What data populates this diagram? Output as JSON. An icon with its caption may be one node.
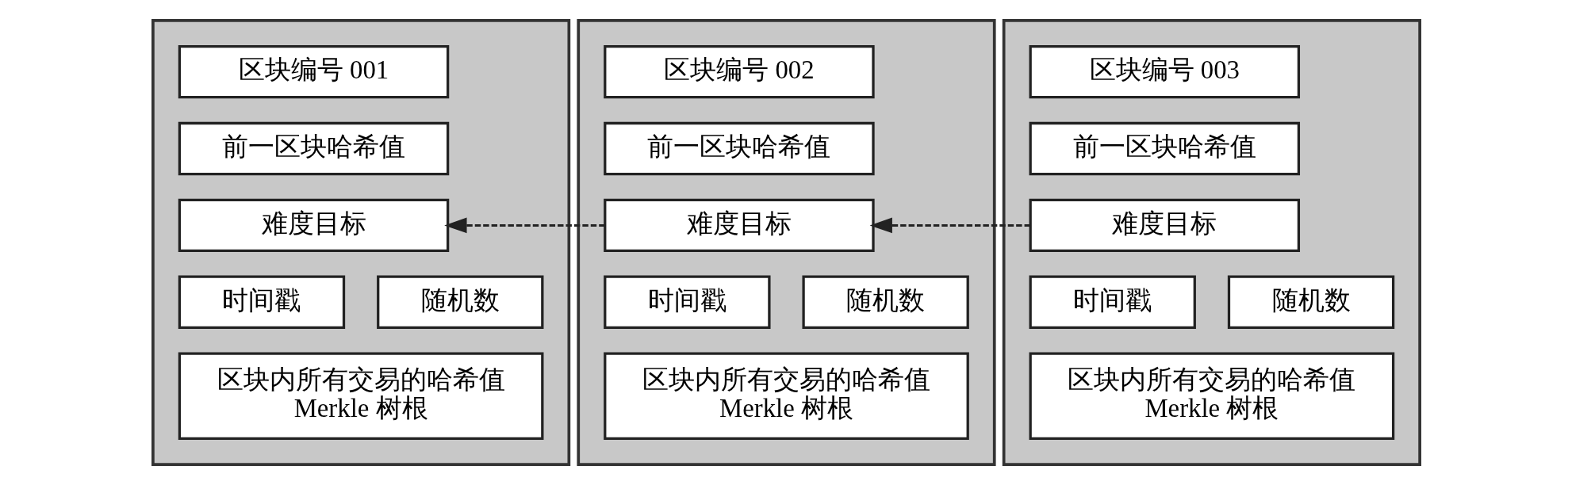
{
  "diagram": {
    "nodes": [
      {
        "text": [],
        "shape": "box"
      },
      {
        "text": [
          "区块编号 001"
        ],
        "in": 0
      },
      {
        "text": [
          "前一区块哈希值"
        ],
        "in": 0
      },
      {
        "text": [
          "难度目标"
        ],
        "in": 0
      },
      {
        "text": [
          "时间戳"
        ],
        "in": 0
      },
      {
        "text": [
          "随机数"
        ],
        "in": 0
      },
      {
        "text": [
          "区块内所有交易的哈希值",
          "Merkle 树根"
        ],
        "in": 0
      },
      {
        "text": [],
        "shape": "box"
      },
      {
        "text": [
          "区块编号 002"
        ],
        "in": 7
      },
      {
        "text": [
          "前一区块哈希值"
        ],
        "in": 7
      },
      {
        "text": [
          "难度目标"
        ],
        "in": 7
      },
      {
        "text": [
          "时间戳"
        ],
        "in": 7
      },
      {
        "text": [
          "随机数"
        ],
        "in": 7
      },
      {
        "text": [
          "区块内所有交易的哈希值",
          "Merkle 树根"
        ],
        "in": 7
      },
      {
        "text": [],
        "shape": "box"
      },
      {
        "text": [
          "区块编号 003"
        ],
        "in": 14
      },
      {
        "text": [
          "前一区块哈希值"
        ],
        "in": 14
      },
      {
        "text": [
          "难度目标"
        ],
        "in": 14
      },
      {
        "text": [
          "时间戳"
        ],
        "in": 14
      },
      {
        "text": [
          "随机数"
        ],
        "in": 14
      },
      {
        "text": [
          "区块内所有交易的哈希值",
          "Merkle 树根"
        ],
        "in": 14
      }
    ],
    "edges": [
      {
        "from": 10,
        "to": 3,
        "arrow": "to",
        "style": "dashed"
      },
      {
        "from": 17,
        "to": 10,
        "arrow": "to",
        "style": "dashed"
      }
    ]
  }
}
